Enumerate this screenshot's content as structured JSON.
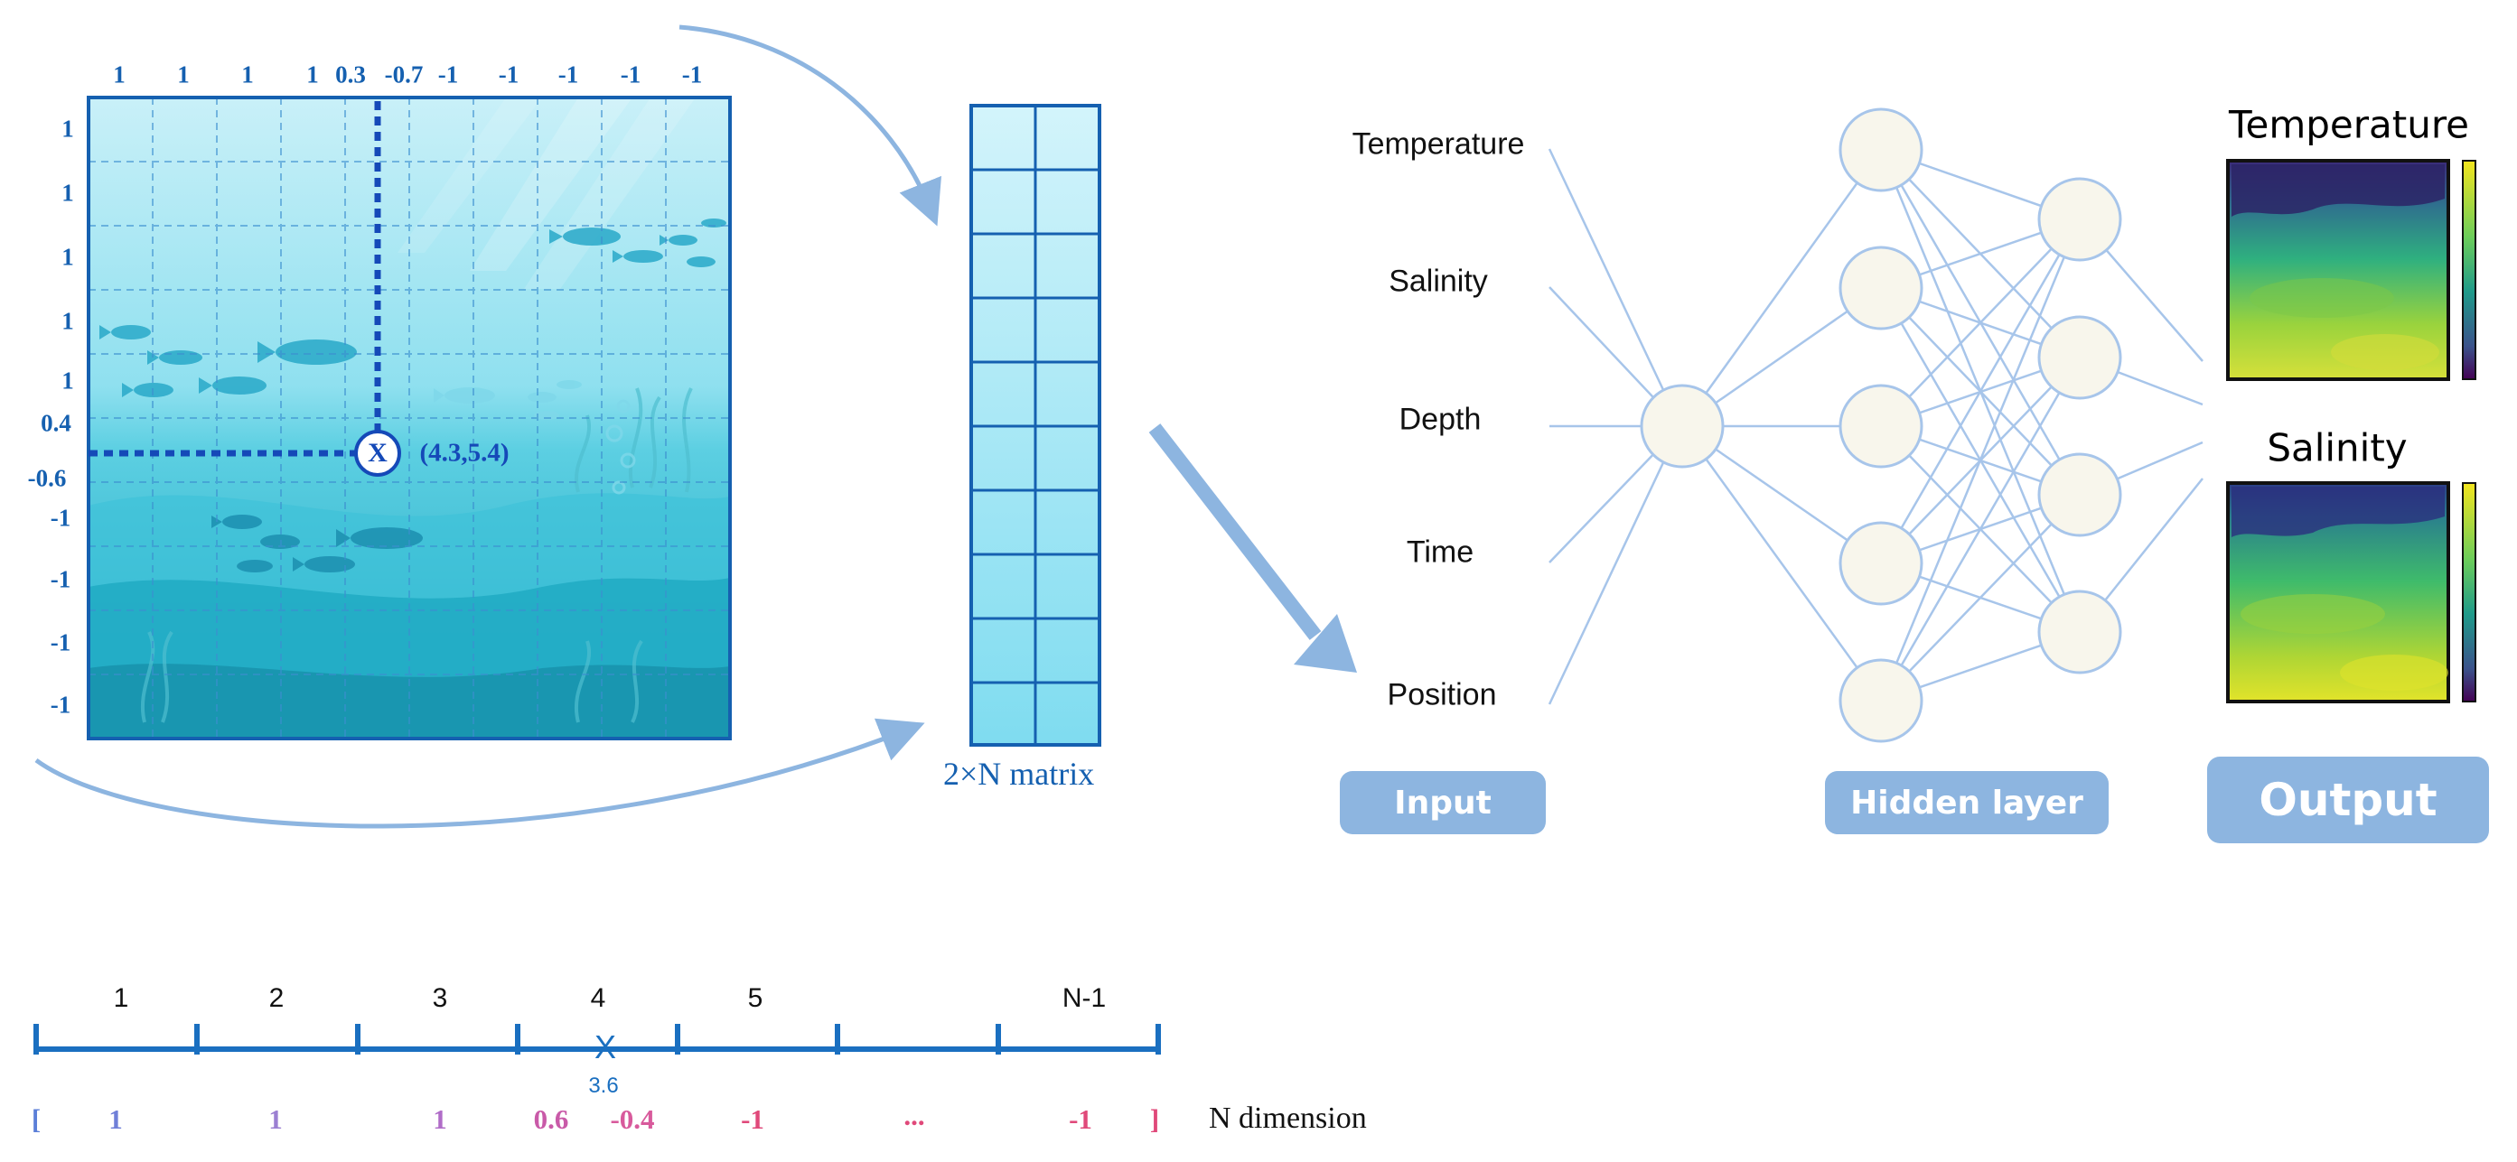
{
  "grid": {
    "top_labels": [
      "1",
      "1",
      "1",
      "1",
      "0.3",
      "-0.7",
      "-1",
      "-1",
      "-1",
      "-1",
      "-1"
    ],
    "left_labels": [
      "1",
      "1",
      "1",
      "1",
      "1",
      "0.4",
      "-0.6",
      "-1",
      "-1",
      "-1",
      "-1"
    ],
    "point_marker": "X",
    "point_coord": "(4.3,5.4)"
  },
  "matrix": {
    "label": "2×N matrix"
  },
  "network": {
    "inputs": [
      "Temperature",
      "Salinity",
      "Depth",
      "Time",
      "Position"
    ],
    "input_button": "Input",
    "hidden_button": "Hidden layer",
    "output_button": "Output"
  },
  "outputs": {
    "temperature_title": "Temperature",
    "salinity_title": "Salinity"
  },
  "axis": {
    "segment_labels": [
      "1",
      "2",
      "3",
      "4",
      "5",
      "N-1"
    ],
    "marker": "X",
    "marker_value": "3.6",
    "vector_open": "[",
    "vector_values": [
      "1",
      "1",
      "1",
      "0.6",
      "-0.4",
      "-1",
      "...",
      "-1"
    ],
    "vector_close": "]",
    "dimension_label": "N dimension"
  },
  "colors": {
    "grid_blue": "#1560b0",
    "arrow_blue": "#8db5e0",
    "node_fill": "#f8f6ec",
    "vector_colors": [
      "#6f7fd8",
      "#9b7fd2",
      "#b06cc8",
      "#c95aa8",
      "#d85a9c",
      "#e0497a",
      "#e0497a",
      "#e0497a"
    ]
  }
}
